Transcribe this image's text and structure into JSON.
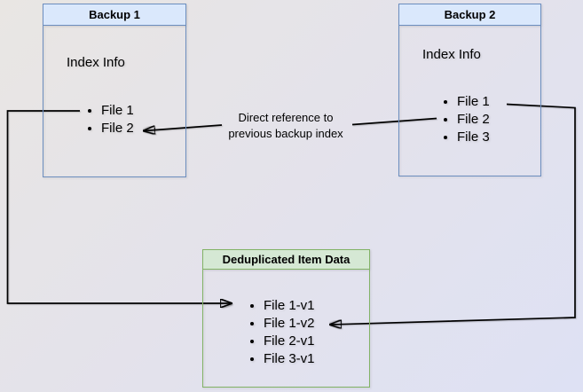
{
  "diagram": {
    "backup1": {
      "title": "Backup 1",
      "index_label": "Index Info",
      "files": [
        "File 1",
        "File 2"
      ]
    },
    "backup2": {
      "title": "Backup 2",
      "index_label": "Index Info",
      "files": [
        "File 1",
        "File 2",
        "File 3"
      ]
    },
    "dedup": {
      "title": "Deduplicated Item Data",
      "files": [
        "File 1-v1",
        "File 1-v2",
        "File 2-v1",
        "File 3-v1"
      ]
    },
    "edge_label": {
      "line1": "Direct reference to",
      "line2": "previous backup index"
    }
  },
  "colors": {
    "backup_header_fill": "#dae8fc",
    "backup_border": "#6c8ebf",
    "dedup_header_fill": "#d5e8d4",
    "dedup_border": "#82b366",
    "arrow": "#000000",
    "bg_start": "#e9e6e3",
    "bg_end": "#dee1f4"
  }
}
